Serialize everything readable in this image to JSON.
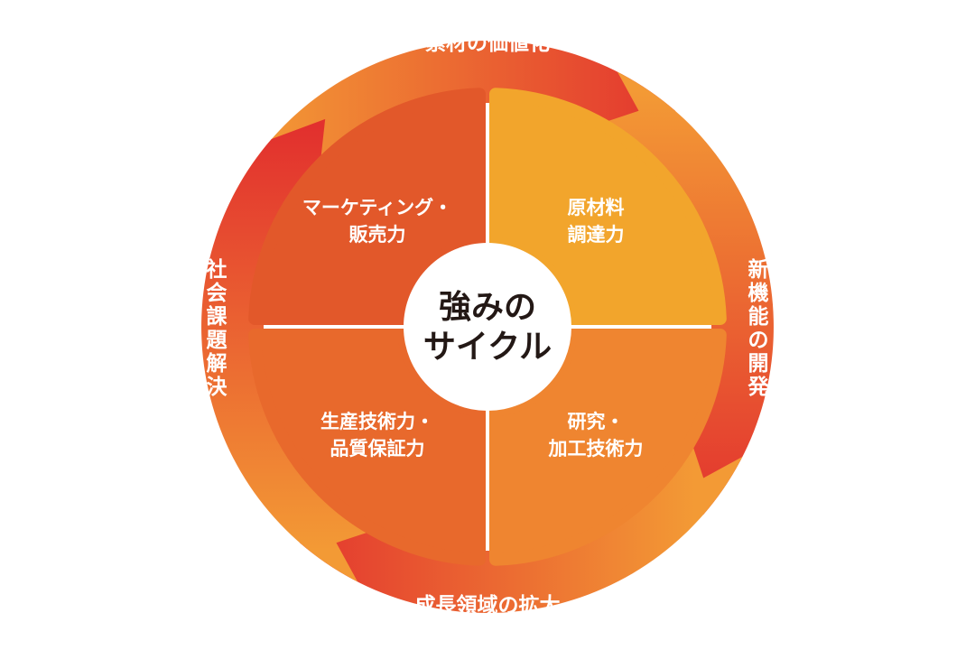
{
  "center": {
    "line1": "強みの",
    "line2": "サイクル"
  },
  "quadrants": {
    "top_left": {
      "line1": "マーケティング・",
      "line2": "販売力"
    },
    "top_right": {
      "line1": "原材料",
      "line2": "調達力"
    },
    "bottom_left": {
      "line1": "生産技術力・",
      "line2": "品質保証力"
    },
    "bottom_right": {
      "line1": "研究・",
      "line2": "加工技術力"
    }
  },
  "arcs": {
    "top": "素材の価値化",
    "right": [
      "新",
      "機",
      "能",
      "の",
      "開",
      "発"
    ],
    "bottom": "成長領域の拡大",
    "left": [
      "社",
      "会",
      "課",
      "題",
      "解",
      "決"
    ]
  },
  "colors": {
    "quad_top_left": "#E2582A",
    "quad_top_right": "#F2A52C",
    "quad_bottom_left": "#E8692C",
    "quad_bottom_right": "#EF8530",
    "arc_red": "#E2302E",
    "arc_orange": "#F39A35",
    "center_text": "#231815"
  }
}
